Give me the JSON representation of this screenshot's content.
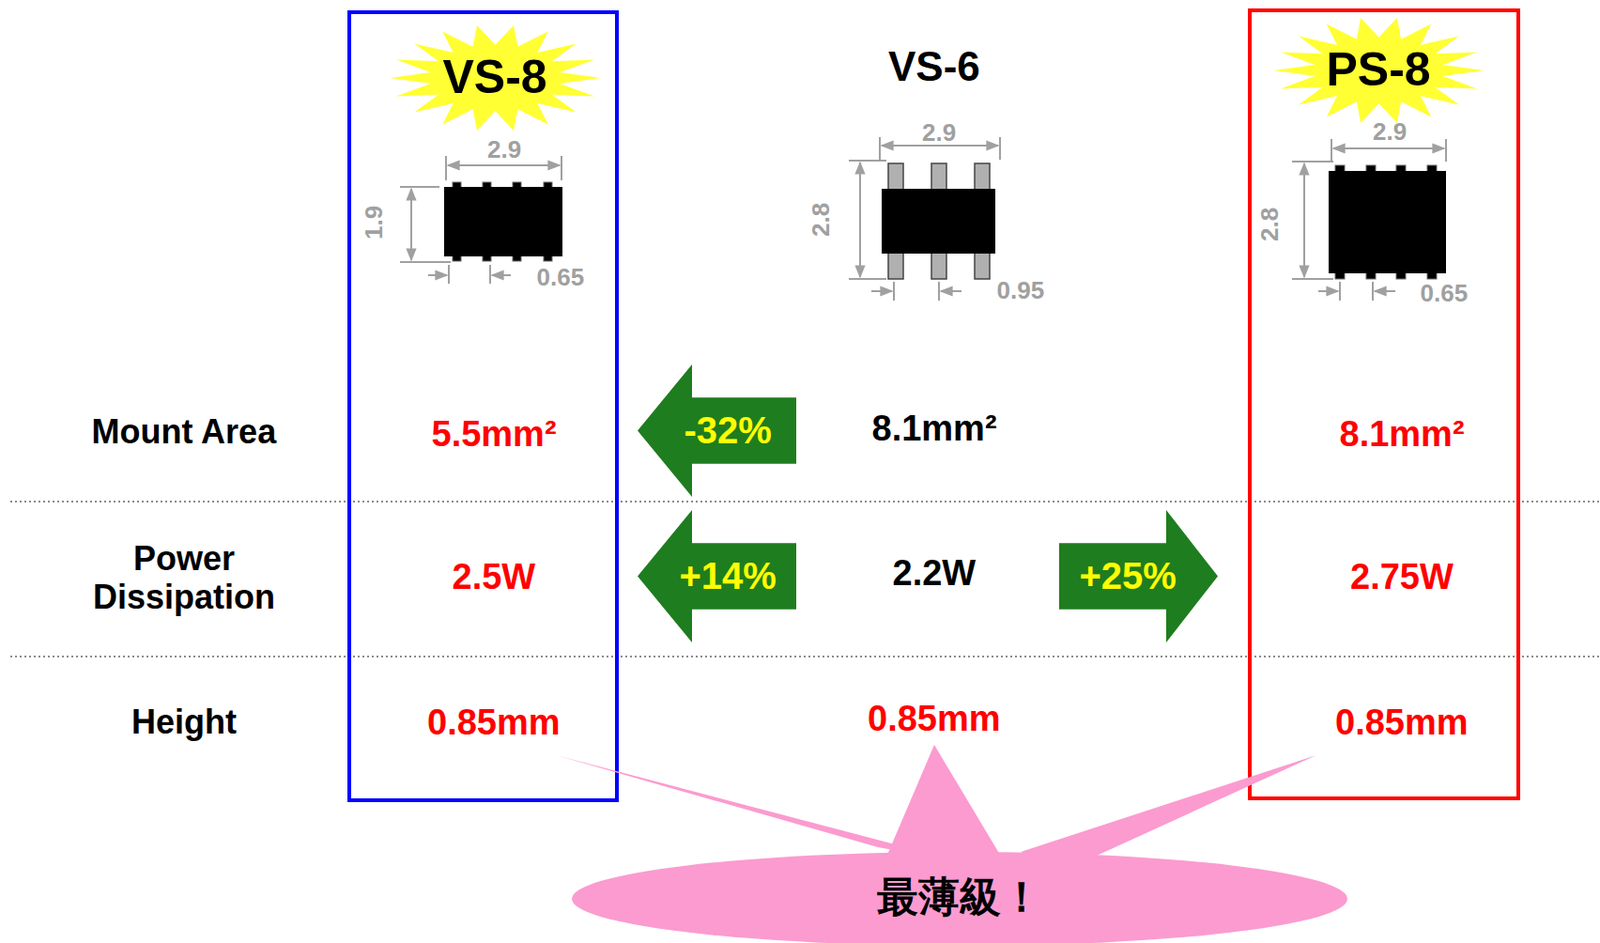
{
  "diagram": {
    "nodes": [
      {
        "text": [
          "5.5mm²",
          "2.5W",
          "0.85mm"
        ]
      },
      {
        "text": [
          "VS-8"
        ],
        "in": 0
      },
      {
        "text": [
          "8.1mm²",
          "2.75W",
          "0.85mm"
        ]
      },
      {
        "text": [
          "PS-8"
        ],
        "in": 2
      },
      {
        "text": [
          "-32%"
        ]
      },
      {
        "text": [
          "+14%"
        ]
      },
      {
        "text": [
          "+25%"
        ]
      },
      {
        "text": [
          "最薄級！"
        ]
      }
    ],
    "labels": [
      "VS-6",
      "Mount Area",
      "Power Dissipation",
      "Height",
      "8.1mm²",
      "2.2W",
      "0.85mm",
      "2.9",
      "1.9",
      "0.65",
      "2.9",
      "2.8",
      "0.95",
      "2.9",
      "2.8",
      "0.65"
    ]
  }
}
